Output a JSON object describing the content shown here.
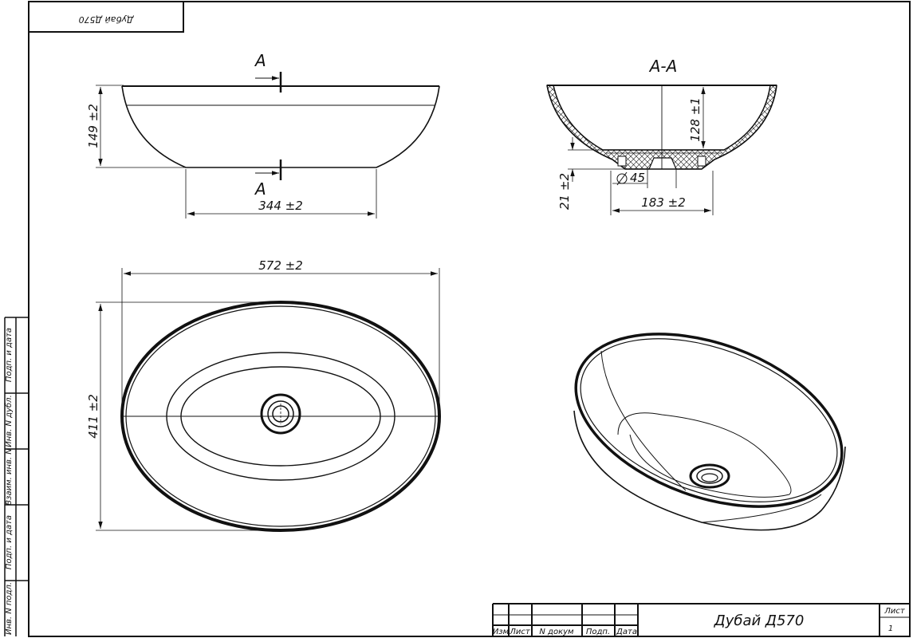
{
  "drawing": {
    "stamp_top": "Дубай Д570",
    "section_label": "А",
    "section_title": "А-А",
    "title": "Дубай Д570"
  },
  "dimensions": {
    "height": "149 ±2",
    "base_width": "344 ±2",
    "inner_depth": "128 ±1",
    "bottom_thickness": "21 ±2",
    "drain_diameter": "45",
    "base_diameter": "183 ±2",
    "length": "572 ±2",
    "width": "411 ±2"
  },
  "side_stamps": [
    "Подп. и дата",
    "Инв. N дубл.",
    "Взаим. инв. N",
    "Подп. и дата",
    "Инв. N подл."
  ],
  "title_block": {
    "col_izm": "Изм",
    "col_list": "Лист",
    "col_doc": "N докум",
    "col_sign": "Подп.",
    "col_date": "Дата",
    "sheet_label": "Лист",
    "sheet_number": "1"
  },
  "colors": {
    "line": "#111111",
    "background": "#ffffff"
  }
}
